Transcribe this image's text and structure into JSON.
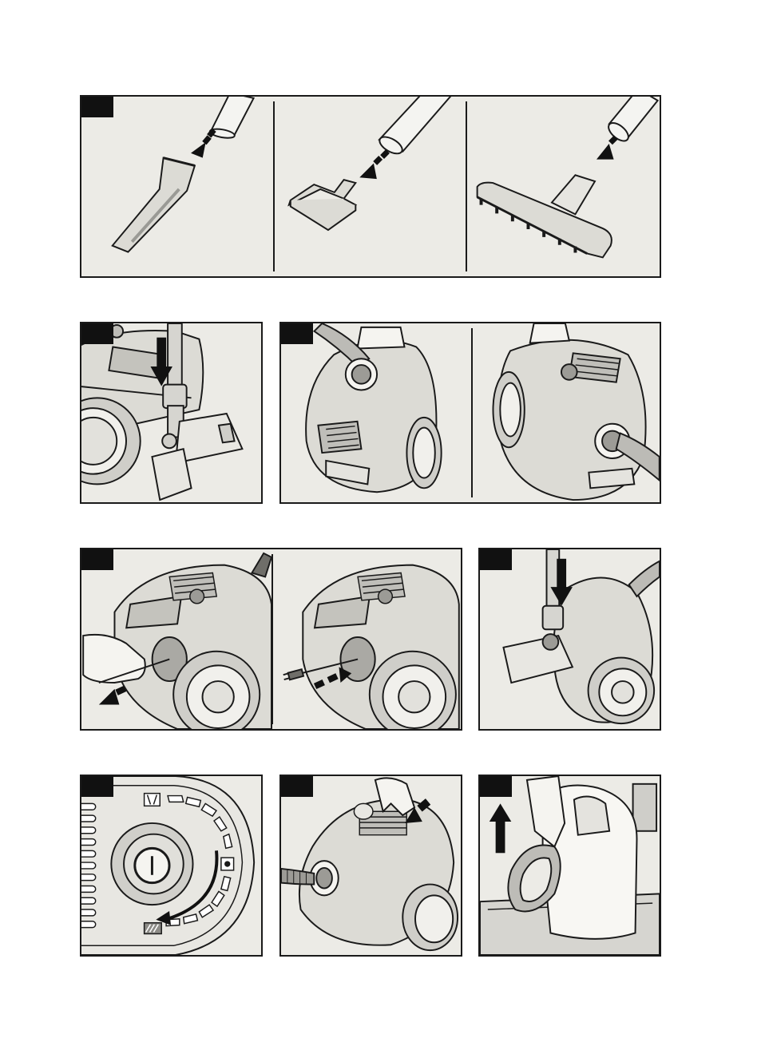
{
  "figures": [
    {
      "id": "fig1",
      "tab_label": "",
      "subpanels": [
        "crevice-nozzle",
        "upholstery-nozzle",
        "floor-nozzle"
      ]
    },
    {
      "id": "fig2",
      "tab_label": ""
    },
    {
      "id": "fig3",
      "tab_label": "",
      "subpanels": [
        "carry-front",
        "carry-back"
      ]
    },
    {
      "id": "fig4",
      "tab_label": "",
      "subpanels": [
        "cord-pull-out",
        "cord-rewind"
      ]
    },
    {
      "id": "fig5",
      "tab_label": ""
    },
    {
      "id": "fig6",
      "tab_label": ""
    },
    {
      "id": "fig7",
      "tab_label": ""
    },
    {
      "id": "fig8",
      "tab_label": ""
    }
  ],
  "colors": {
    "panel_bg": "#ecebe6",
    "stroke": "#1a1a1a",
    "device_body": "#d9d8d3",
    "arrow": "#111111"
  }
}
